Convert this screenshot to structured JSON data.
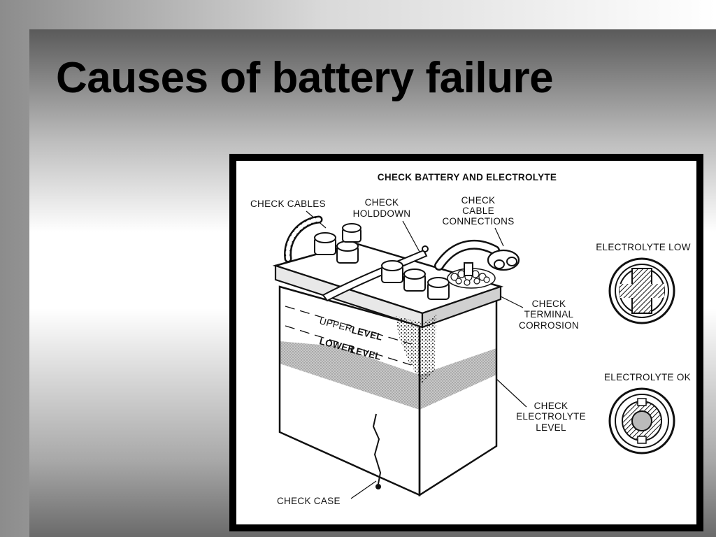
{
  "slide": {
    "title": "Causes of battery failure"
  },
  "diagram": {
    "heading": "CHECK BATTERY AND ELECTROLYTE",
    "callouts": {
      "cables": "CHECK CABLES",
      "holddown": [
        "CHECK",
        "HOLDDOWN"
      ],
      "cable_connections": [
        "CHECK",
        "CABLE",
        "CONNECTIONS"
      ],
      "terminal_corrosion": [
        "CHECK",
        "TERMINAL",
        "CORROSION"
      ],
      "electrolyte_level": [
        "CHECK",
        "ELECTROLYTE",
        "LEVEL"
      ],
      "case": "CHECK CASE"
    },
    "level_marks": {
      "upper": "UPPER",
      "upper_level": "LEVEL",
      "lower": "LOWER",
      "lower_level": "LEVEL"
    },
    "gauges": {
      "low": "ELECTROLYTE LOW",
      "ok": "ELECTROLYTE OK"
    }
  }
}
